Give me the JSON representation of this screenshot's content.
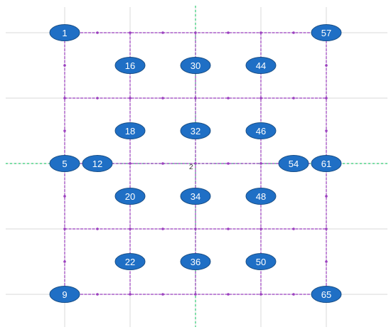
{
  "colors": {
    "node_fill": "#1f6fc5",
    "node_stroke": "#1a4f86",
    "node_text": "#ffffff",
    "wire": "#9b3fbf",
    "axis": "#2ecc71",
    "grid": "#d9d9d9"
  },
  "center_label": "2",
  "nodes": [
    {
      "id": "1",
      "col": 0,
      "row": 0
    },
    {
      "id": "57",
      "col": 4,
      "row": 0
    },
    {
      "id": "16",
      "col": 1,
      "row": 0.5
    },
    {
      "id": "30",
      "col": 2,
      "row": 0.5
    },
    {
      "id": "44",
      "col": 3,
      "row": 0.5
    },
    {
      "id": "18",
      "col": 1,
      "row": 1.5
    },
    {
      "id": "32",
      "col": 2,
      "row": 1.5
    },
    {
      "id": "46",
      "col": 3,
      "row": 1.5
    },
    {
      "id": "5",
      "col": 0,
      "row": 2
    },
    {
      "id": "12",
      "col": 0.5,
      "row": 2
    },
    {
      "id": "54",
      "col": 3.5,
      "row": 2
    },
    {
      "id": "61",
      "col": 4,
      "row": 2
    },
    {
      "id": "20",
      "col": 1,
      "row": 2.5
    },
    {
      "id": "34",
      "col": 2,
      "row": 2.5
    },
    {
      "id": "48",
      "col": 3,
      "row": 2.5
    },
    {
      "id": "22",
      "col": 1,
      "row": 3.5
    },
    {
      "id": "36",
      "col": 2,
      "row": 3.5
    },
    {
      "id": "50",
      "col": 3,
      "row": 3.5
    },
    {
      "id": "9",
      "col": 0,
      "row": 4
    },
    {
      "id": "65",
      "col": 4,
      "row": 4
    }
  ]
}
